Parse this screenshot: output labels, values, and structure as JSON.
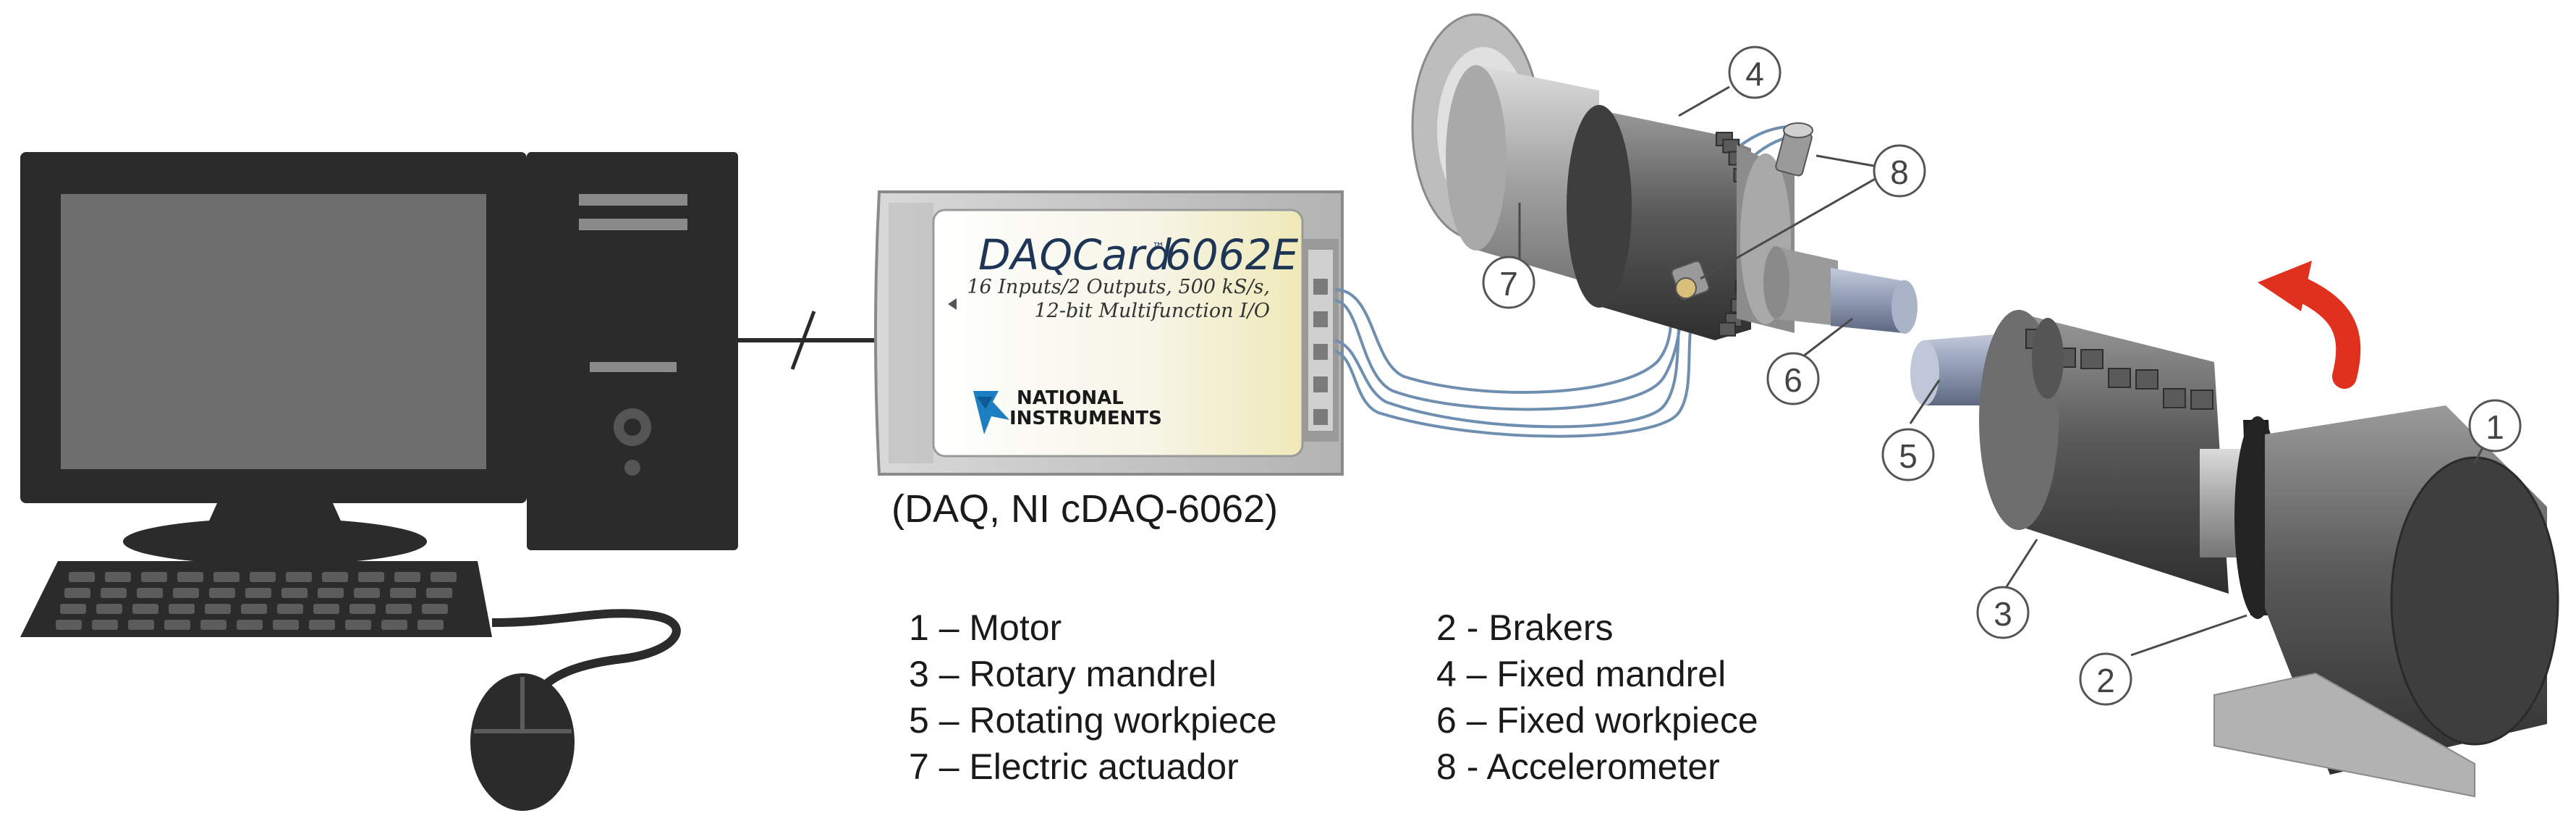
{
  "daq_card": {
    "brand_prefix": "DAQCard",
    "model": "6062E",
    "spec_line1": "16 Inputs/2 Outputs, 500 kS/s,",
    "spec_line2": "12-bit Multifunction I/O",
    "maker_line1": "NATIONAL",
    "maker_line2": "INSTRUMENTS",
    "caption": "(DAQ, NI cDAQ-6062)"
  },
  "callouts": [
    "1",
    "2",
    "3",
    "4",
    "5",
    "6",
    "7",
    "8"
  ],
  "legend": [
    "1 – Motor",
    "2 - Brakers",
    "3 – Rotary mandrel",
    "4 – Fixed mandrel",
    "5 – Rotating workpiece",
    "6 – Fixed workpiece",
    "7 – Electric actuador",
    "8 - Accelerometer"
  ],
  "colors": {
    "computer": "#2b2b2b",
    "screen": "#6e6e6e",
    "card_body": "#c8c8c8",
    "card_label": "#f3f1d9",
    "cable": "#6f8fb0",
    "metal_dark": "#4a4a4a",
    "metal_mid": "#7c7c7c",
    "metal_light": "#b6b6b6",
    "workpiece": "#8e9bb5",
    "arrow": "#e0301e"
  },
  "icons": [
    "desktop-computer-icon",
    "monitor-icon",
    "keyboard-icon",
    "mouse-icon",
    "tower-icon",
    "ni-logo-icon",
    "rotation-arrow-icon"
  ]
}
